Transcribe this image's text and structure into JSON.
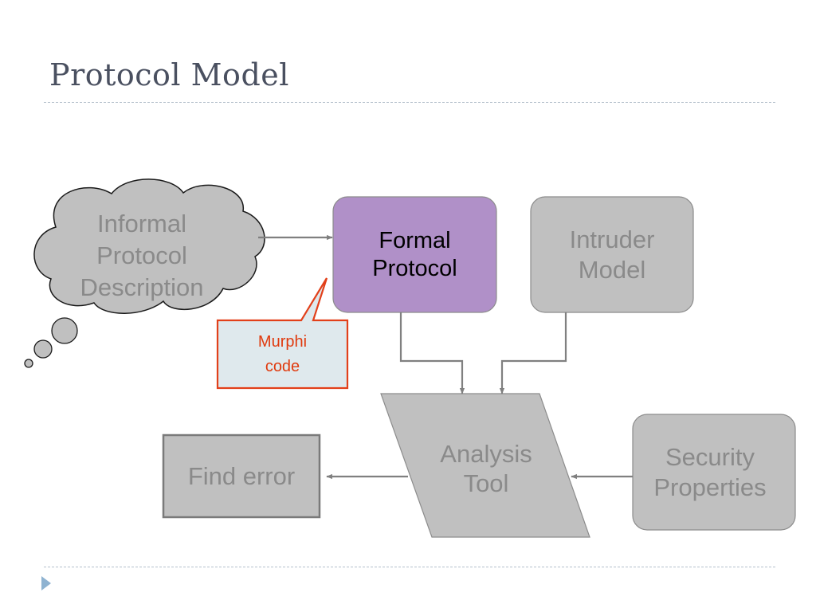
{
  "slide": {
    "title": "Protocol Model"
  },
  "diagram": {
    "informal": {
      "lines": [
        "Informal",
        "Protocol",
        "Description"
      ]
    },
    "formal": {
      "lines": [
        "Formal",
        "Protocol"
      ]
    },
    "intruder": {
      "lines": [
        "Intruder",
        "Model"
      ]
    },
    "analysis": {
      "lines": [
        "Analysis",
        "Tool"
      ]
    },
    "security": {
      "lines": [
        "Security",
        "Properties"
      ]
    },
    "find_error": {
      "label": "Find error"
    },
    "callout": {
      "lines": [
        "Murphi",
        "code"
      ]
    }
  },
  "colors": {
    "title": "#4a5060",
    "box_fill": "#c0c0c0",
    "box_border": "#8c8c8c",
    "formal_fill": "#b090c8",
    "callout_fill": "#dfe9ed",
    "callout_border": "#e2401a",
    "grey_text": "#8a8a8a",
    "arrow": "#808080",
    "bullet": "#8fb3d1"
  }
}
